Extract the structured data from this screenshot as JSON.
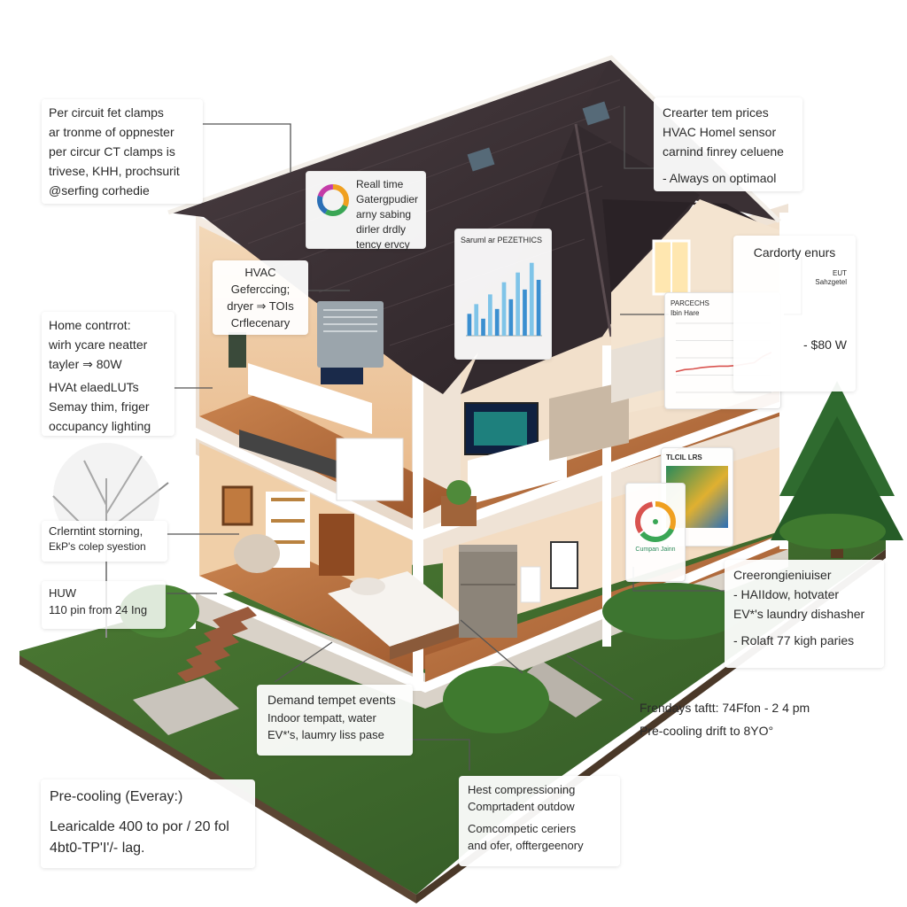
{
  "callouts": {
    "circuit": [
      "Per circuit fet clamps",
      "ar tronme of oppnester",
      "per circur CT clamps is",
      "trivese, KHH, prochsurit",
      "@serfing corhedie"
    ],
    "realtime": [
      "Reall time",
      "Gatergpudier",
      "arny sabing",
      "dirler drdly",
      "tency ervcy"
    ],
    "prices": [
      "Crearter tem prices",
      "HVAC Homel sensor",
      "carnind finrey celuene",
      "- Always on optimaol"
    ],
    "hvac_inner": [
      "HVAC",
      "Geferccing;",
      "dryer ⇒ TOIs",
      "Crflecenary"
    ],
    "control": [
      "Home contrrot:",
      "wirh ycare neatter",
      "tayler ⇒ 80W",
      "HVAt elaedLUTs",
      "Semay thim, friger",
      "occupancy lighting"
    ],
    "cardorty": [
      "Cardorty enurs"
    ],
    "chart_tag1": "EUT",
    "chart_tag2": "Sahzgetel",
    "chart_title": "Saruml ar PEZETHICS",
    "chart2_title": "PARCECHS",
    "chart2_sub": "Ibin Hare",
    "watts": "- $80 W",
    "storing": [
      "Crlerntint storning,",
      "EkP's colep syestion"
    ],
    "huw": [
      "HUW",
      "110 pin from 24 Ing"
    ],
    "green": [
      "Creerongieniuiser",
      "- HAIIdow, hotvater",
      "EV*'s laundry dishasher",
      "- Rolaft 77 kigh paries"
    ],
    "tablet_title": "TLCIL LRS",
    "tablet_caption": "Cumpan Jainn",
    "demand": [
      "Demand tempet events",
      "Indoor tempatt, water",
      "EV*'s, laumry liss pase"
    ],
    "fridays": [
      "Frendays taftt: 74Ffon - 2 4 pm",
      "Pre-cooling drift to 8YO°"
    ],
    "precool": [
      "Pre-cooling (Everay:)",
      "Learicalde 400 to por / 20 fol",
      "4bt0-TP'I'/- lag."
    ],
    "heat": [
      "Hest compressioning",
      "Comprtadent outdow",
      "Comcompetic ceriers",
      "and ofer, offtergeenory"
    ]
  },
  "chart_data": [
    {
      "type": "bar",
      "title": "Saruml ar PEZETHICS",
      "values": [
        18,
        26,
        14,
        34,
        22,
        44,
        30,
        52,
        38,
        60,
        46
      ],
      "ylim": [
        0,
        70
      ],
      "grid": false,
      "legend": "none"
    },
    {
      "type": "line",
      "title": "PARCECHS",
      "series": [
        {
          "values": [
            30,
            33,
            34,
            36,
            37,
            38,
            38,
            39,
            41,
            43,
            52,
            58
          ]
        }
      ],
      "ylim": [
        0,
        100
      ],
      "grid": true
    }
  ],
  "colors": {
    "roof": "#3a2f33",
    "wall": "#f6efe8",
    "floor": "#b56a3a",
    "grass": "#3f6b2e",
    "accent_red": "#d9534f",
    "accent_blue": "#2b6fb6"
  }
}
